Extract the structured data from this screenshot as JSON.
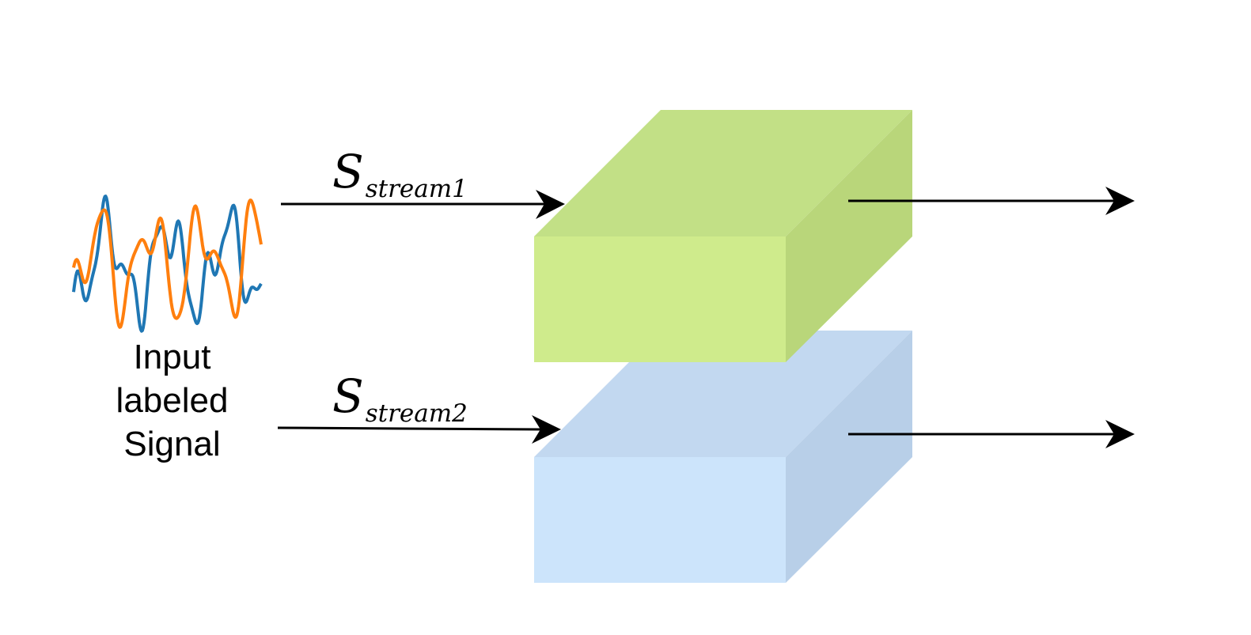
{
  "input": {
    "label_lines": [
      "Input",
      "labeled",
      "Signal"
    ]
  },
  "streams": [
    {
      "symbol": "S",
      "subscript": "stream1"
    },
    {
      "symbol": "S",
      "subscript": "stream2"
    }
  ],
  "colors": {
    "signal_blue": "#1f77b4",
    "signal_orange": "#ff7f0e",
    "green_front": "#cfeb8c",
    "green_top": "#c2e086",
    "green_side": "#b9d67a",
    "blue_front": "#cce4fb",
    "blue_top": "#c2d8f0",
    "blue_side": "#b8cfe8",
    "arrow": "#000000"
  },
  "icons": {
    "input_signal": "waveform-icon",
    "stream_module_1": "green-block-3d",
    "stream_module_2": "blue-block-3d"
  }
}
